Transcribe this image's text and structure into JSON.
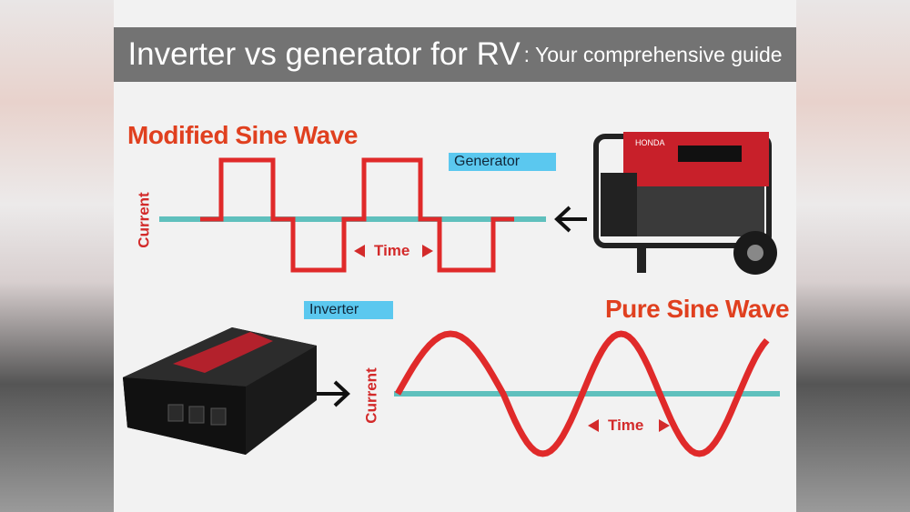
{
  "title": {
    "main": "Inverter vs generator for RV",
    "sub": ": Your comprehensive guide"
  },
  "modified": {
    "heading": "Modified Sine Wave",
    "tag": "Generator",
    "y_label": "Current",
    "x_label": "Time"
  },
  "pure": {
    "heading": "Pure Sine Wave",
    "tag": "Inverter",
    "y_label": "Current",
    "x_label": "Time"
  },
  "colors": {
    "wave": "#e02a2a",
    "baseline": "#5fc0bd",
    "heading": "#e0401f",
    "tag_bg": "#5bc8ef",
    "title_bg": "#737373"
  }
}
